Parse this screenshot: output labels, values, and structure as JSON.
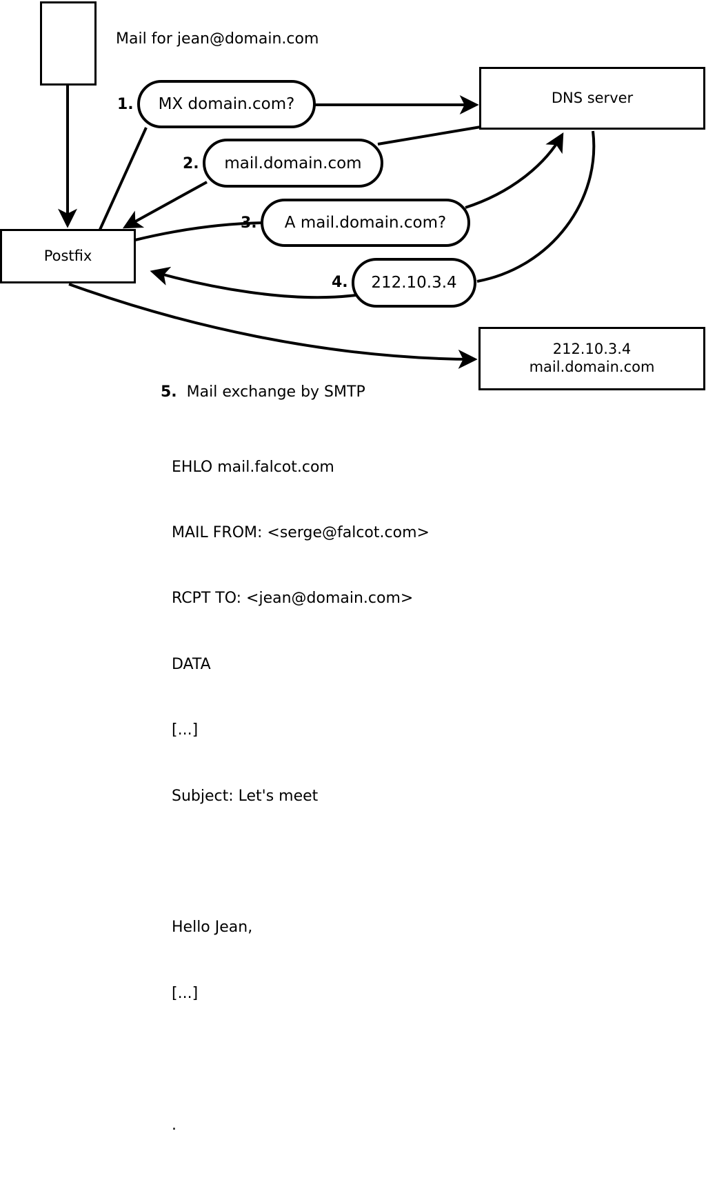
{
  "diagram": {
    "title_note": "Mail for jean@domain.com",
    "nodes": {
      "client_box": {
        "label": ""
      },
      "postfix": {
        "label": "Postfix"
      },
      "dns_server": {
        "label": "DNS server"
      },
      "target_server": {
        "line1": "212.10.3.4",
        "line2": "mail.domain.com"
      }
    },
    "steps": [
      {
        "num": "1.",
        "label": "MX domain.com?"
      },
      {
        "num": "2.",
        "label": "mail.domain.com"
      },
      {
        "num": "3.",
        "label": "A mail.domain.com?"
      },
      {
        "num": "4.",
        "label": "212.10.3.4"
      }
    ],
    "step5": {
      "num": "5.",
      "label": "Mail exchange by SMTP"
    },
    "smtp_transcript": [
      "EHLO mail.falcot.com",
      "MAIL FROM: <serge@falcot.com>",
      "RCPT TO: <jean@domain.com>",
      "DATA",
      "[...]",
      "Subject: Let's meet",
      "",
      "Hello Jean,",
      "[...]",
      "",
      "."
    ],
    "colors": {
      "stroke": "#000000",
      "background": "#ffffff"
    }
  }
}
